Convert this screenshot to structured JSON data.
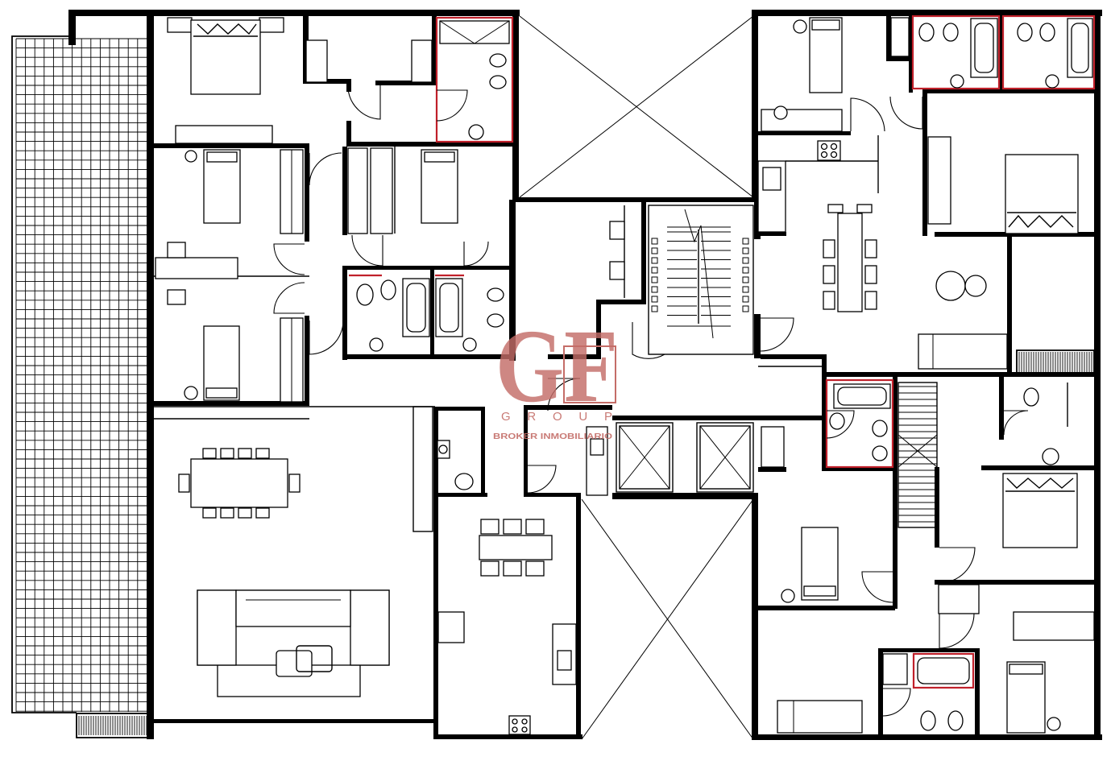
{
  "watermark": {
    "logo": "GF",
    "group": "GROUP",
    "tagline": "BROKER INMOBILIARIO",
    "color": "#c46d68"
  },
  "colors": {
    "walls": "#000000",
    "wet_rooms": "#c0202a",
    "background": "#ffffff"
  }
}
